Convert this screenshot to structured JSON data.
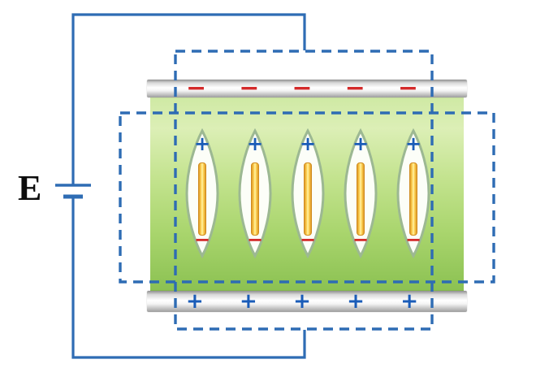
{
  "diagram": {
    "source_label": "E",
    "electrodes": {
      "top": {
        "sign": "−",
        "sign_count": 5,
        "polarity": "negative",
        "sign_color": "#d42a2a"
      },
      "bottom": {
        "sign": "+",
        "sign_count": 5,
        "polarity": "positive",
        "sign_color": "#1a5cb8"
      }
    },
    "particle": {
      "count": 5,
      "top_sign": "+",
      "bottom_sign": "−",
      "rod_color": "#f7c53d"
    },
    "colors": {
      "wire_blue": "#2e6cb4",
      "dashed_box_blue": "#2e6cb4",
      "minus_red": "#d42a2a",
      "plus_blue": "#1a5cb8",
      "cell_green_light": "#dcefb6",
      "cell_green_dark": "#8bc152",
      "electrode_silver": "#c9c9c9",
      "lens_outline": "#9cb892"
    }
  }
}
